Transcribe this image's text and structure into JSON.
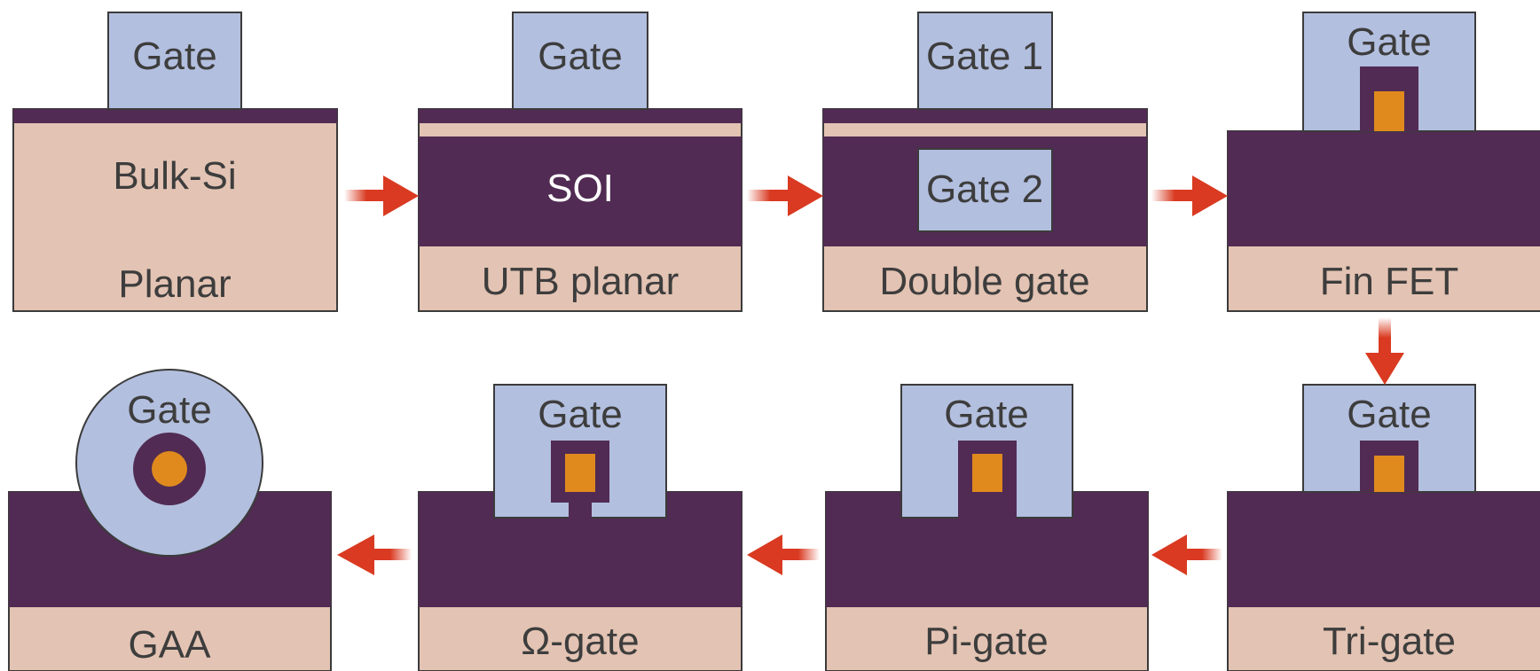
{
  "colors": {
    "gate": "#b3bfdf",
    "oxide_purple": "#512b53",
    "substrate": "#e3c3b3",
    "channel_orange": "#e08a1e",
    "arrow_red": "#d93a21",
    "outline": "#3b3b3b",
    "text_dark": "#3d3d3d",
    "text_light": "#ffffff",
    "background": "#ffffff"
  },
  "devices": [
    {
      "id": "planar",
      "gate_label": "Gate",
      "body_label": "Bulk-Si",
      "name": "Planar"
    },
    {
      "id": "utb-planar",
      "gate_label": "Gate",
      "body_label": "SOI",
      "name": "UTB planar"
    },
    {
      "id": "double-gate",
      "gate_label": "Gate 1",
      "bottom_gate_label": "Gate 2",
      "name": "Double gate"
    },
    {
      "id": "fin-fet",
      "gate_label": "Gate",
      "name": "Fin FET"
    },
    {
      "id": "tri-gate",
      "gate_label": "Gate",
      "name": "Tri-gate"
    },
    {
      "id": "pi-gate",
      "gate_label": "Gate",
      "name": "Pi-gate"
    },
    {
      "id": "omega-gate",
      "gate_label": "Gate",
      "name": "Ω-gate"
    },
    {
      "id": "gaa",
      "gate_label": "Gate",
      "name": "GAA"
    }
  ],
  "flow": [
    "planar",
    "utb-planar",
    "double-gate",
    "fin-fet",
    "tri-gate",
    "pi-gate",
    "omega-gate",
    "gaa"
  ]
}
